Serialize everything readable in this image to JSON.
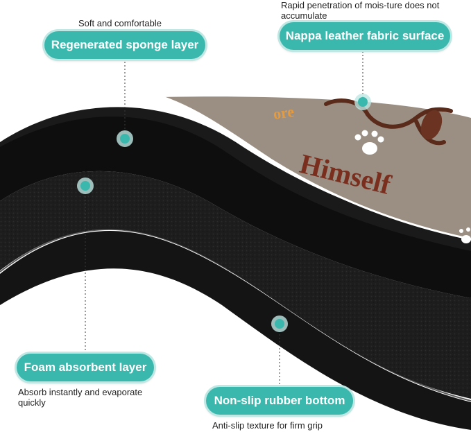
{
  "callouts": {
    "sponge": {
      "label": "Regenerated sponge layer",
      "caption": "Soft and comfortable"
    },
    "leather": {
      "label": "Nappa leather fabric surface",
      "caption": "Rapid penetration of mois-ture does not accumulate"
    },
    "foam": {
      "label": "Foam absorbent layer",
      "caption": "Absorb instantly and evaporate quickly"
    },
    "rubber": {
      "label": "Non-slip rubber bottom",
      "caption": "Anti-slip texture for firm grip"
    }
  },
  "mat_print": {
    "text_partial_top": "ore",
    "text_main": "Himself"
  },
  "colors": {
    "accent": "#3bb8ad",
    "accent_light": "#bfe7e3",
    "surface": "#9b8f83",
    "print_text": "#7a2e1e",
    "print_orange": "#e79a3a",
    "layer_dark": "#111111"
  }
}
